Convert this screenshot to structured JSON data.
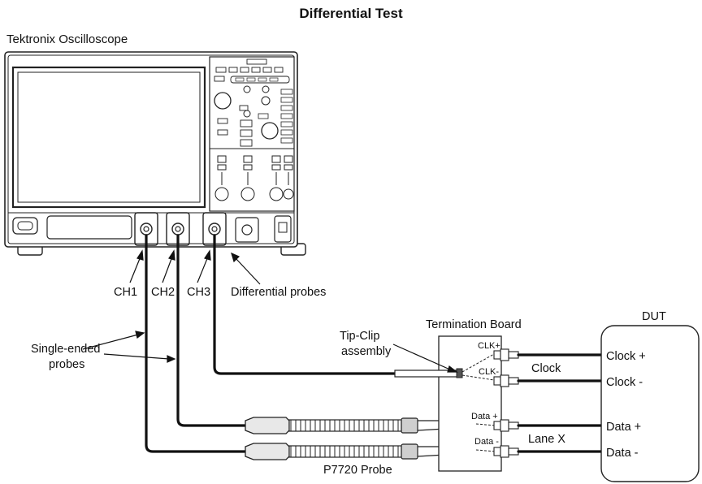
{
  "title": "Differential Test",
  "instrument_label": "Tektronix Oscilloscope",
  "channels": [
    "CH1",
    "CH2",
    "CH3"
  ],
  "differential_probes_label": "Differential probes",
  "single_ended_label": [
    "Single-ended",
    "probes"
  ],
  "tip_clip_label": [
    "Tip-Clip",
    "assembly"
  ],
  "termination_board_label": "Termination Board",
  "board_pins": {
    "clk_plus": "CLK+",
    "clk_minus": "CLK-",
    "data_plus": "Data +",
    "data_minus": "Data -"
  },
  "clock_group_label": "Clock",
  "lane_label": "Lane X",
  "dut_label": "DUT",
  "dut_pins": [
    "Clock +",
    "Clock -",
    "Data +",
    "Data -"
  ],
  "probe_label": "P7720 Probe"
}
